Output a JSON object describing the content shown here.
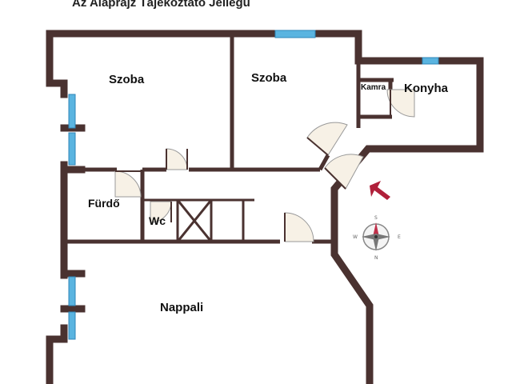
{
  "title": "Az Alaprajz Tájékoztató Jellegű",
  "rooms": {
    "szoba1": "Szoba",
    "szoba2": "Szoba",
    "kamra": "Kamra",
    "konyha": "Konyha",
    "furdo": "Fürdő",
    "wc": "Wc",
    "nappali": "Nappali"
  },
  "compass": {
    "n": "N",
    "e": "E",
    "w": "W",
    "s": "S"
  },
  "colors": {
    "wall": "#4a3230",
    "window": "#5ab4e0",
    "arrow": "#b0203a"
  }
}
